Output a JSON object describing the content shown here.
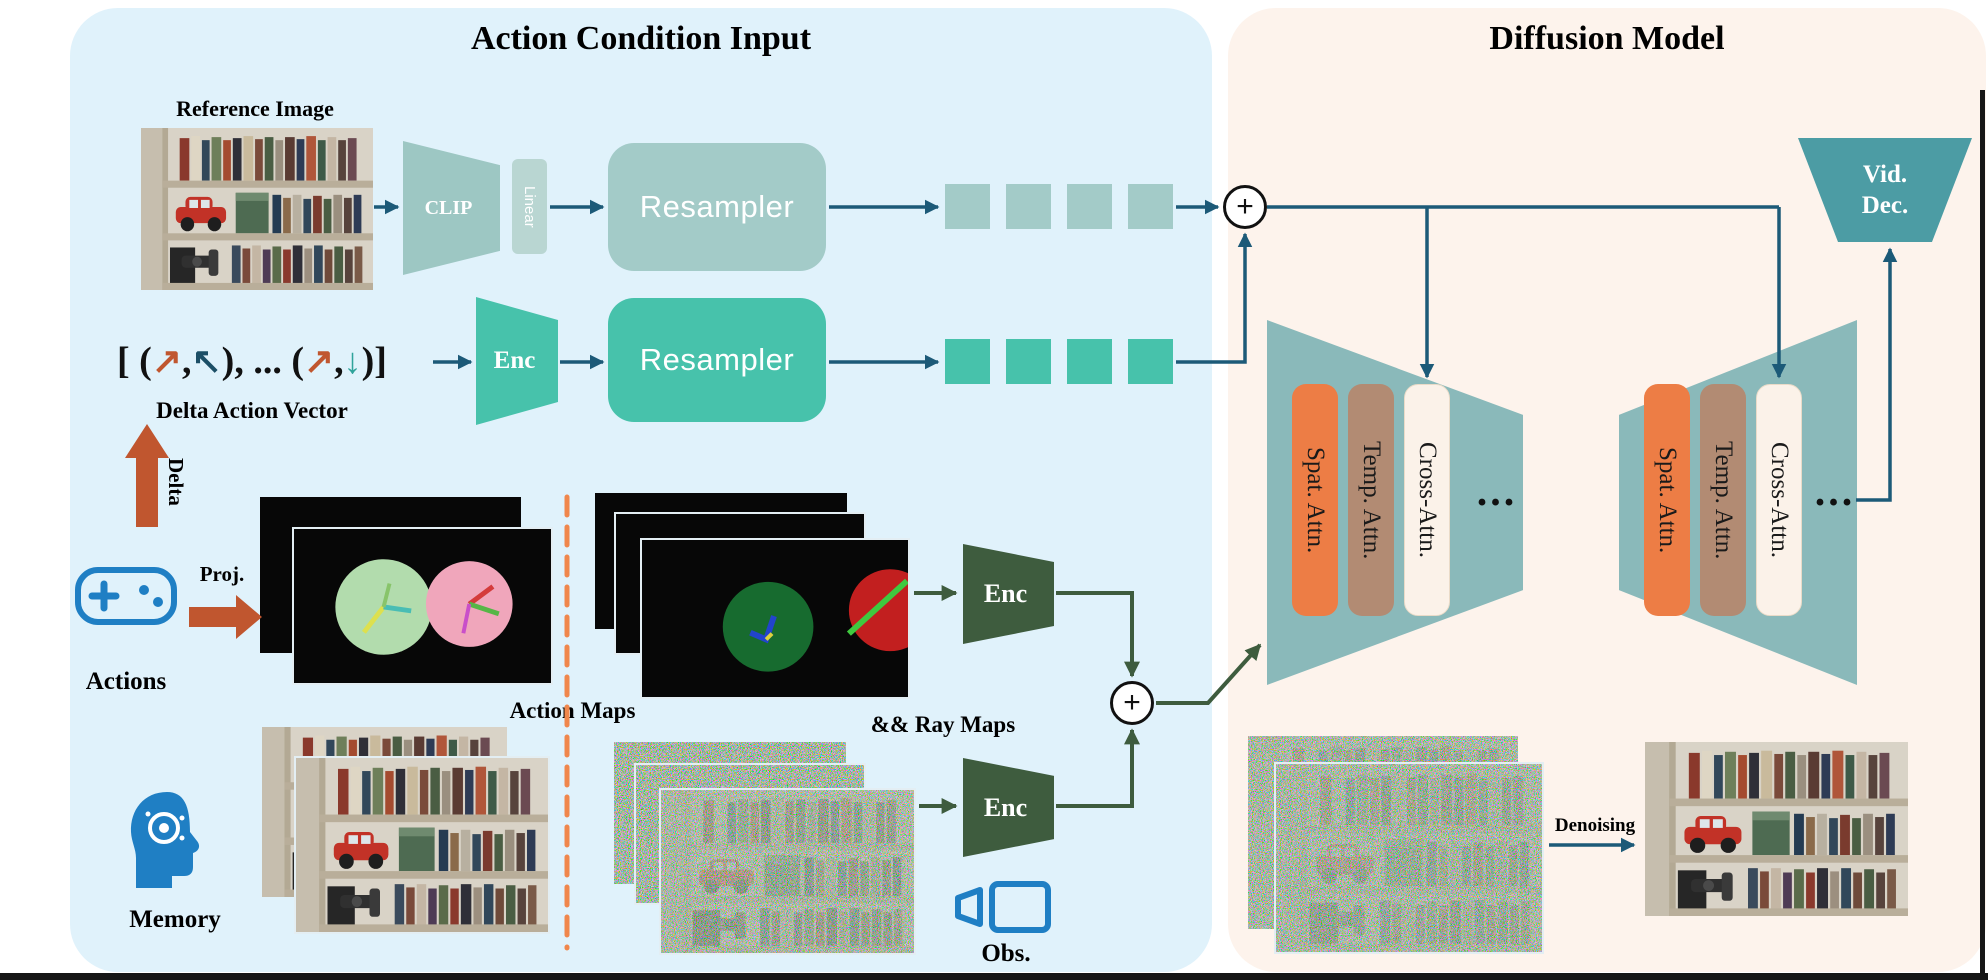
{
  "left_panel": {
    "title": "Action Condition Input",
    "reference_image_label": "Reference Image",
    "clip_label": "CLIP",
    "linear_label": "Linear",
    "resampler_top_label": "Resampler",
    "resampler_bottom_label": "Resampler",
    "action_enc_label": "Enc",
    "delta_vector": {
      "prefix": "[ (",
      "arrow1": "↗",
      "comma1": ",",
      "arrow2": "↖",
      "middle": "), ... (",
      "arrow3": "↗",
      "comma2": ",",
      "arrow4": "↓",
      "suffix": ")]"
    },
    "delta_vector_label": "Delta Action Vector",
    "delta_arrow_label": "Delta",
    "proj_label": "Proj.",
    "actions_label": "Actions",
    "action_maps_label": "Action Maps",
    "ray_maps_label": "&& Ray Maps",
    "maps_enc_label": "Enc",
    "obs_enc_label": "Enc",
    "memory_label": "Memory",
    "obs_label": "Obs.",
    "plus_top": "+",
    "plus_bottom": "+"
  },
  "right_panel": {
    "title": "Diffusion Model",
    "vid_dec_line1": "Vid.",
    "vid_dec_line2": "Dec.",
    "block1": {
      "spat": "Spat. Attn.",
      "temp": "Temp. Attn.",
      "cross": "Cross-Attn.",
      "ellipsis": "..."
    },
    "block2": {
      "spat": "Spat. Attn.",
      "temp": "Temp. Attn.",
      "cross": "Cross-Attn.",
      "ellipsis": "..."
    },
    "denoising_label": "Denoising"
  },
  "colors": {
    "left_bg": "#E0F2FB",
    "right_bg": "#FDF3EC",
    "teal": "#47C2AB",
    "gray_teal": "#A3CBC8",
    "dark_blue_arrow": "#1C5A78",
    "dark_green": "#3E5C3E",
    "orange": "#C0562F",
    "divider_orange": "#F0874C",
    "unet_teal": "#8AB9BA",
    "spat_orange": "#ED7D45",
    "temp_brown": "#B28B73",
    "cross_cream": "#FBF2E9",
    "viddec_teal": "#4C9CA4",
    "icon_blue": "#1F7FC4"
  }
}
